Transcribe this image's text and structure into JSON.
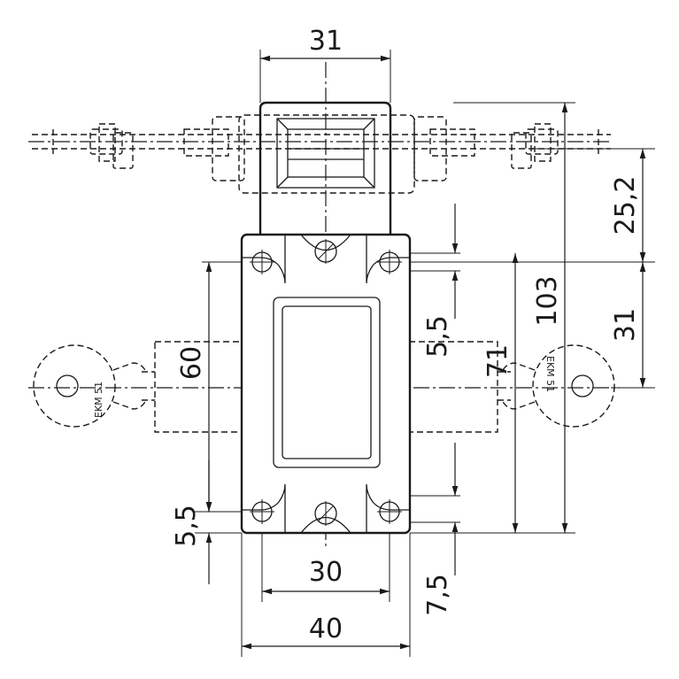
{
  "dimensions": {
    "top_width": "31",
    "right_upper": "25,2",
    "total_height": "103",
    "right_lower": "31",
    "hole_offset_top": "5,5",
    "slot_height": "71",
    "hole_pitch": "60",
    "hole_offset_bottom": "5,5",
    "hole_spacing": "30",
    "body_width": "40",
    "bottom_offset": "7,5"
  },
  "actuator_labels": {
    "left": "EKM 51",
    "right": "EKM 51"
  }
}
